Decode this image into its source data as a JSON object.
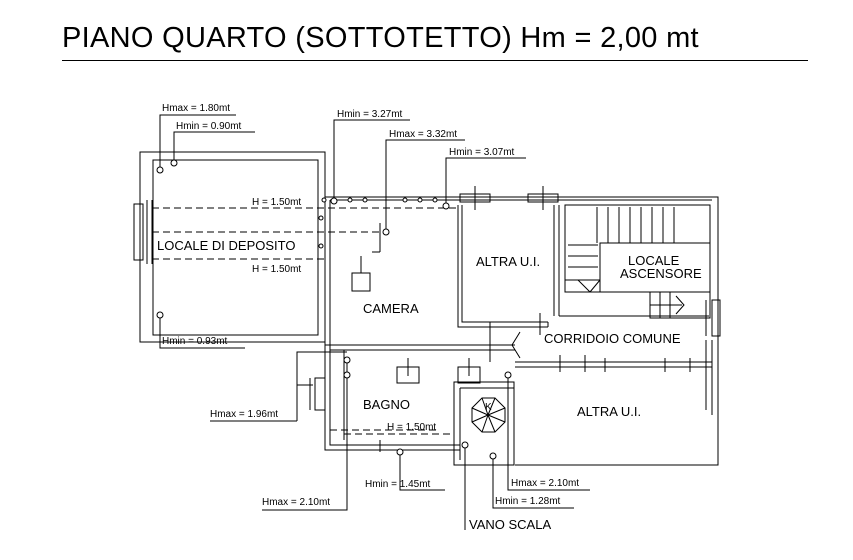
{
  "title": "PIANO QUARTO (SOTTOTETTO)  Hm = 2,00 mt",
  "rooms": {
    "deposito": "LOCALE DI DEPOSITO",
    "camera": "CAMERA",
    "altra_ui_top": "ALTRA U.I.",
    "locale_ascensore_1": "LOCALE",
    "locale_ascensore_2": "ASCENSORE",
    "corridoio": "CORRIDOIO COMUNE",
    "bagno": "BAGNO",
    "altra_ui_bottom": "ALTRA U.I.",
    "vano_scala": "VANO SCALA",
    "stair_mark": "K"
  },
  "heights": {
    "hmax_180": "Hmax = 1.80mt",
    "hmin_090": "Hmin = 0.90mt",
    "hmin_327": "Hmin = 3.27mt",
    "hmax_332": "Hmax = 3.32mt",
    "hmin_307": "Hmin = 3.07mt",
    "h_150_top": "H = 1.50mt",
    "h_150_mid": "H = 1.50mt",
    "hmin_093": "Hmin = 0.93mt",
    "hmax_196": "Hmax = 1.96mt",
    "h_150_bagno": "H = 1.50mt",
    "hmin_145": "Hmin = 1.45mt",
    "hmax_210_left": "Hmax = 2.10mt",
    "hmax_210_right": "Hmax = 2.10mt",
    "hmin_128": "Hmin = 1.28mt"
  }
}
